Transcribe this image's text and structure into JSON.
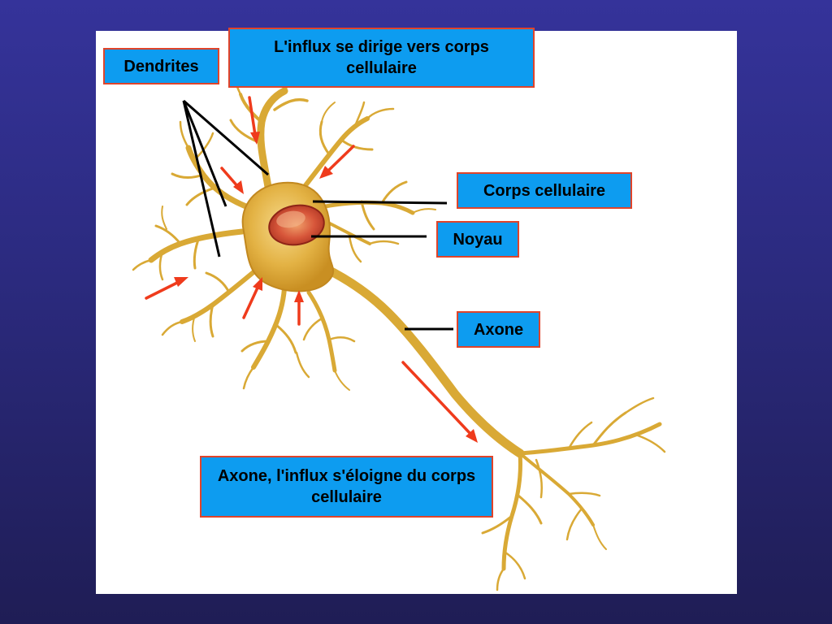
{
  "labels": {
    "dendrites": "Dendrites",
    "influx_in": "L'influx se dirige vers corps cellulaire",
    "corps": "Corps cellulaire",
    "noyau": "Noyau",
    "axone": "Axone",
    "influx_out": "Axone, l'influx s'éloigne du corps cellulaire"
  },
  "colors": {
    "background": "#2e2c84",
    "panel": "#ffffff",
    "label_fill": "#0d9cf0",
    "label_border": "#e0442a",
    "arrow": "#ef3b1c",
    "neuron": "#e4b53a",
    "nucleus": "#c8442e",
    "leader_line": "#000000"
  }
}
